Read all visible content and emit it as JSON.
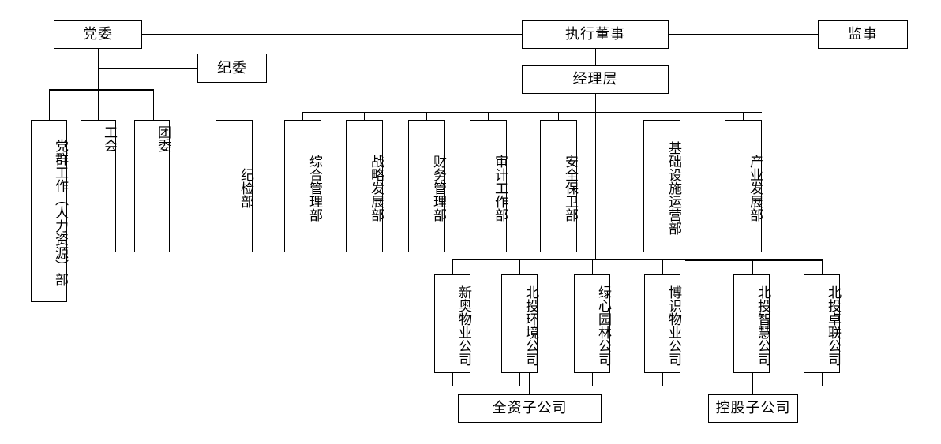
{
  "chart_title": "",
  "top_level": {
    "party_committee": "党委",
    "executive_director": "执行董事",
    "supervisor": "监事",
    "discipline_committee": "纪委",
    "management_layer": "经理层"
  },
  "party_departments": [
    {
      "label": "党群工作（人力资源）部"
    },
    {
      "label": "工会"
    },
    {
      "label": "团委"
    }
  ],
  "discipline_departments": [
    {
      "label": "纪检部"
    }
  ],
  "functional_departments": [
    {
      "label": "综合管理部"
    },
    {
      "label": "战略发展部"
    },
    {
      "label": "财务管理部"
    },
    {
      "label": "审计工作部"
    },
    {
      "label": "安全保卫部"
    },
    {
      "label": "基础设施运营部"
    },
    {
      "label": "产业发展部"
    }
  ],
  "subsidiaries": {
    "wholly_owned": {
      "group_label": "全资子公司",
      "items": [
        {
          "label": "新奥物业公司"
        },
        {
          "label": "北投环境公司"
        },
        {
          "label": "绿心园林公司"
        }
      ]
    },
    "holding": {
      "group_label": "控股子公司",
      "items": [
        {
          "label": "博识物业公司"
        },
        {
          "label": "北投智慧公司"
        },
        {
          "label": "北投卓联公司"
        }
      ]
    }
  },
  "colors": {
    "line": "#000000",
    "box_border": "#000000",
    "background": "#ffffff",
    "text": "#000000"
  }
}
